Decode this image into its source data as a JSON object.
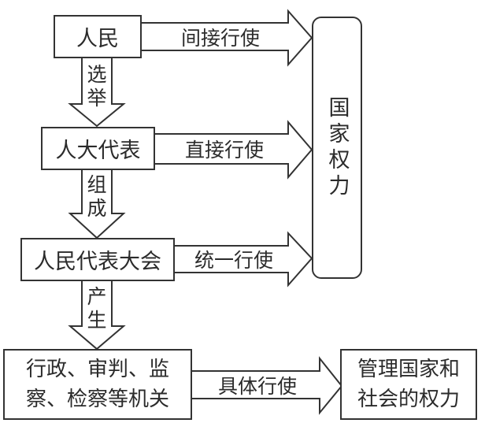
{
  "nodes": {
    "people": "人民",
    "deputies": "人大代表",
    "congress": "人民代表大会",
    "organs_line1": "行政、审判、监",
    "organs_line2": "察、检察等机关",
    "state_power": "国家权力",
    "manage_line1": "管理国家和",
    "manage_line2": "社会的权力"
  },
  "arrows": {
    "indirect": "间接行使",
    "direct": "直接行使",
    "unified": "统一行使",
    "concrete": "具体行使",
    "elect_1": "选",
    "elect_2": "举",
    "compose_1": "组",
    "compose_2": "成",
    "produce_1": "产",
    "produce_2": "生"
  }
}
